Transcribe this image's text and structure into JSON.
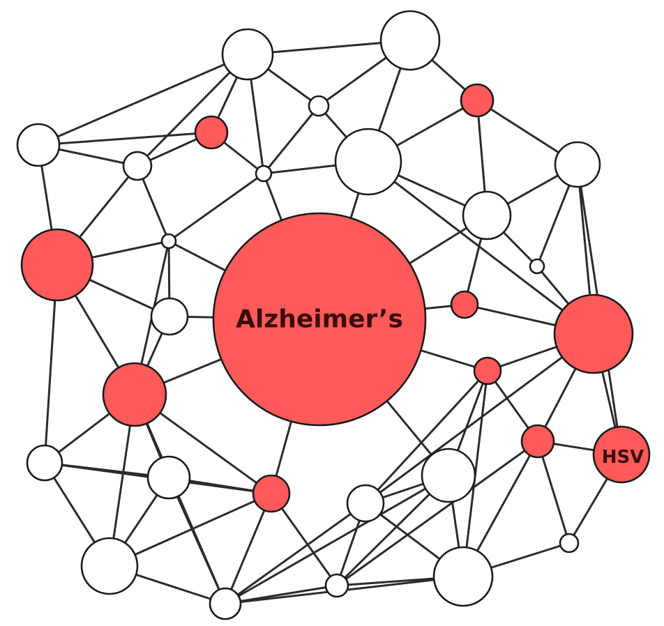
{
  "diagram": {
    "type": "network-graph",
    "colors": {
      "highlighted_node": "#FF5A5A",
      "normal_node": "#FFFFFF",
      "edge": "#2B2B2B",
      "node_outline": "#1A1A1A",
      "label_text": "#3A0D0D"
    },
    "labels": {
      "alzheimers": "Alzheimer’s",
      "hsv": "HSV"
    }
  }
}
